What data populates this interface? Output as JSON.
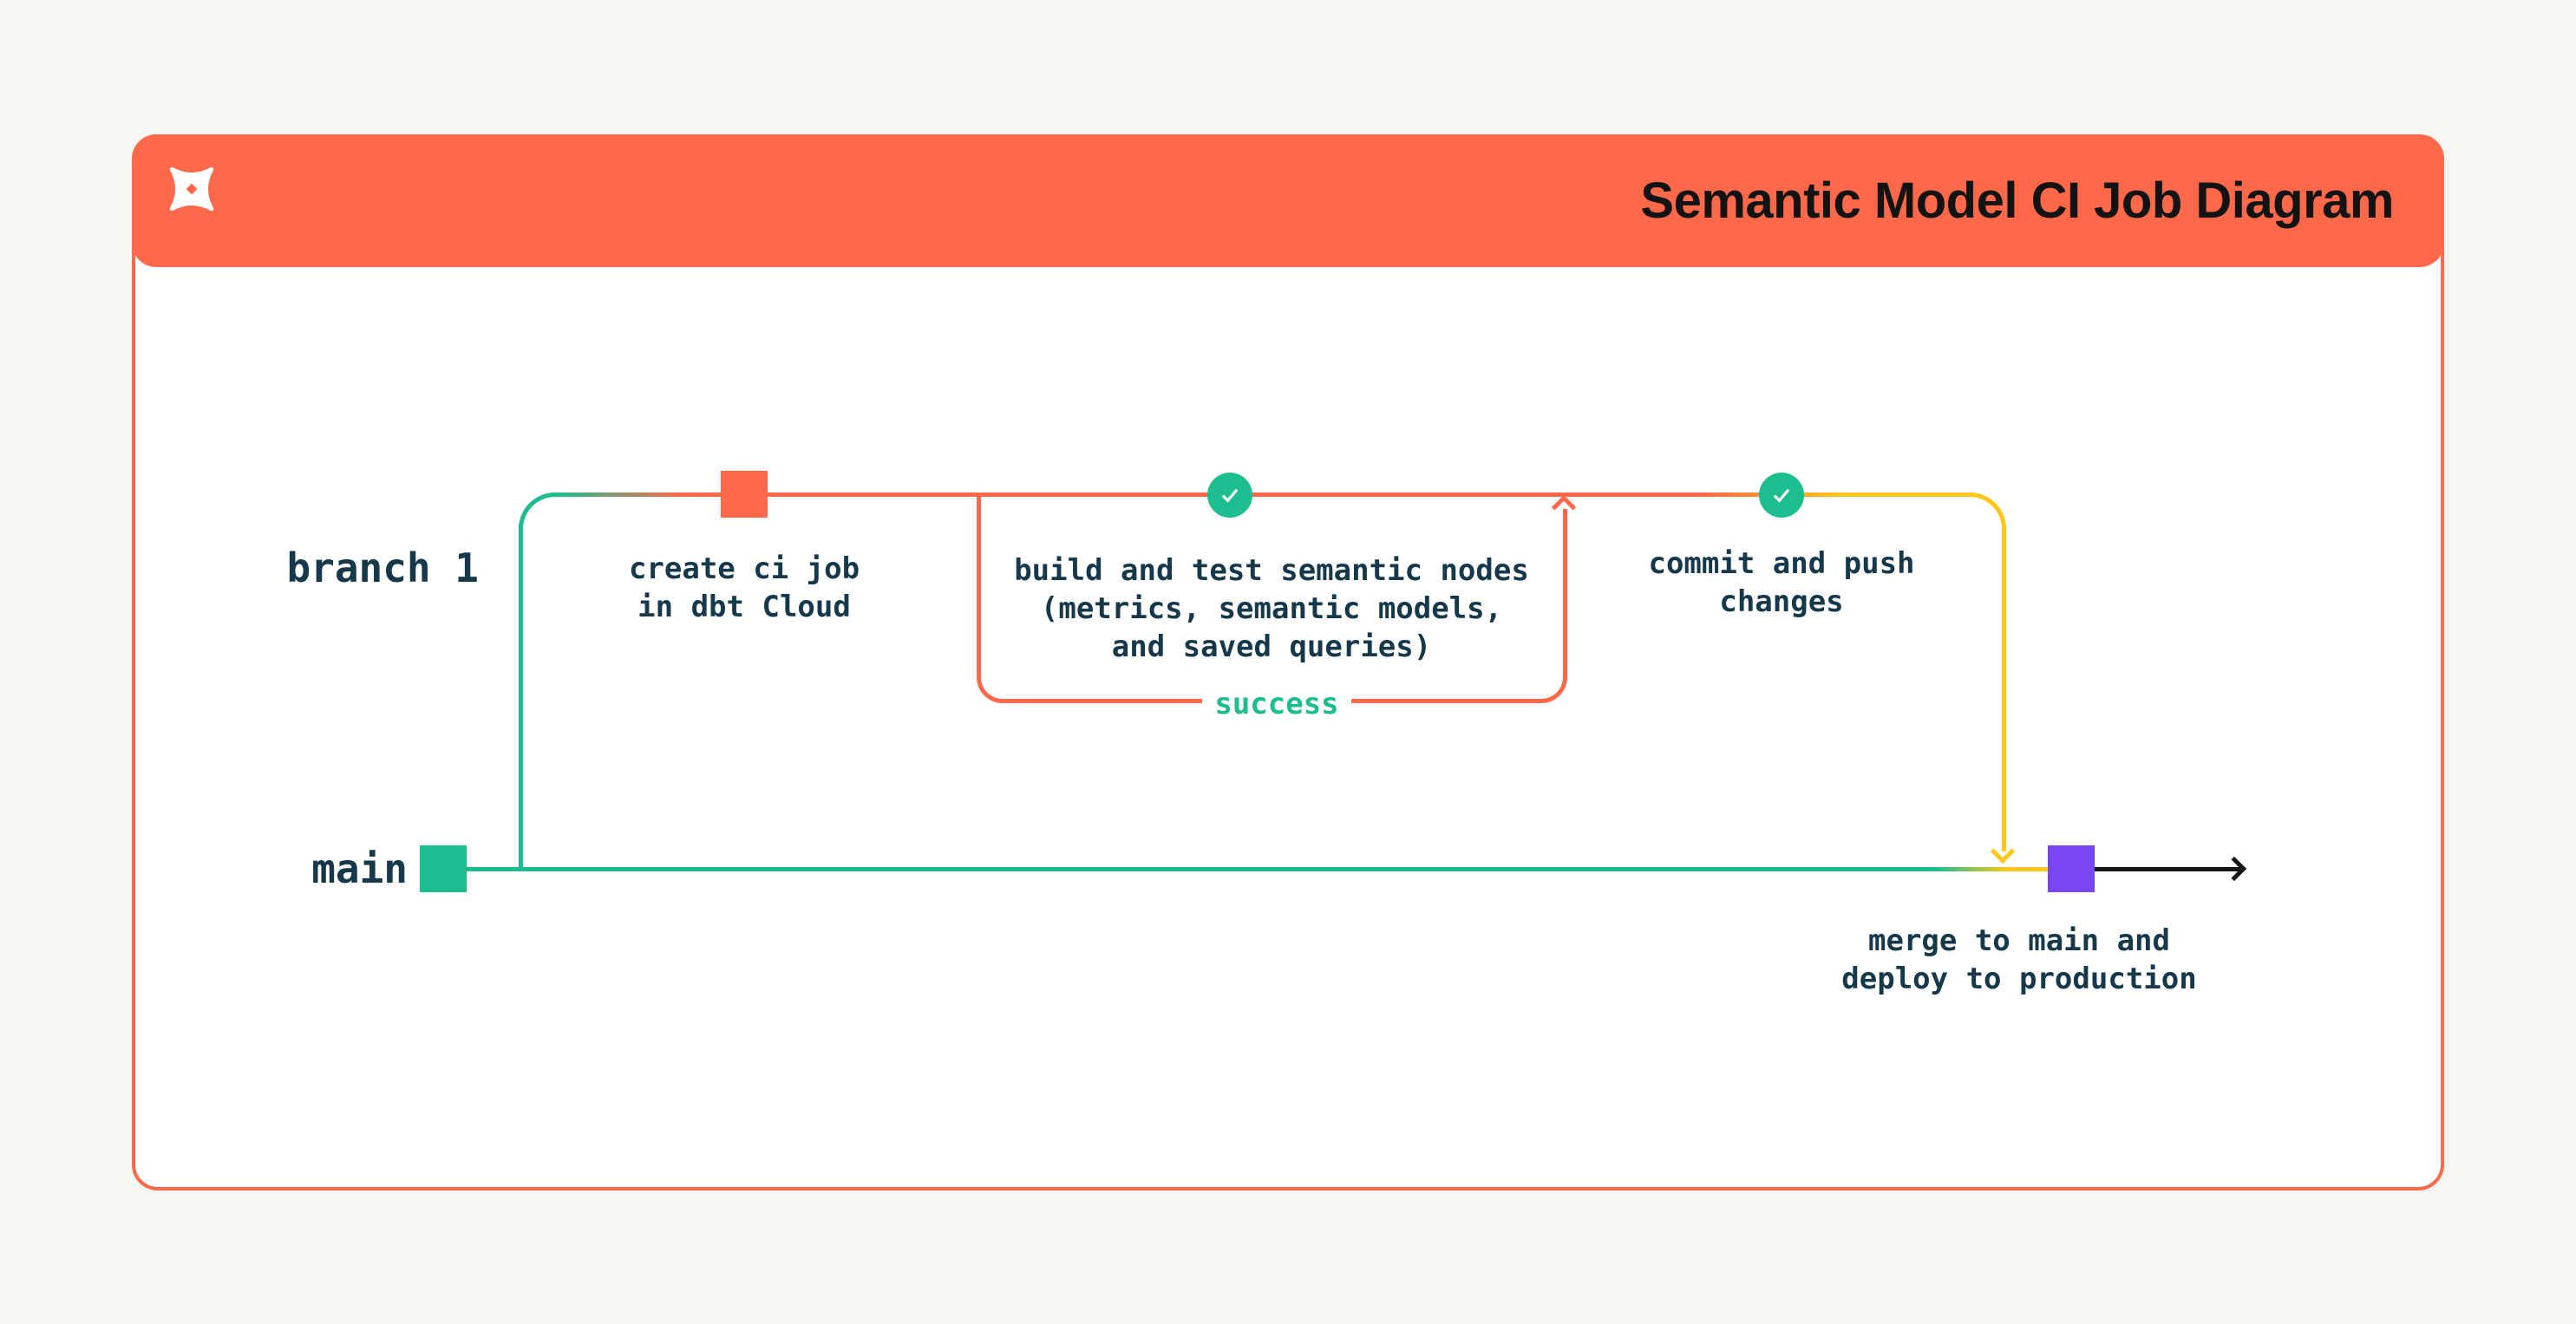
{
  "header": {
    "title": "Semantic Model CI Job Diagram",
    "logo": "dbt-logo",
    "background": "#FF694A",
    "title_color": "#131313"
  },
  "colors": {
    "page_background": "#F7F6F2",
    "card_background": "#FFFFFF",
    "card_border": "#FF694A",
    "orange": "#FF694A",
    "teal_green": "#1CBE8F",
    "yellow": "#FFC61A",
    "purple": "#7A45F5",
    "text_dark": "#15384A",
    "arrow_black": "#151515"
  },
  "labels": {
    "branch1": "branch 1",
    "main": "main",
    "success": "success"
  },
  "nodes": {
    "create": {
      "line1": "create ci job",
      "line2": "in dbt Cloud",
      "marker": "orange-square"
    },
    "build": {
      "line1": "build and test semantic nodes",
      "line2": "(metrics, semantic models,",
      "line3": "and saved queries)",
      "marker": "check-circle"
    },
    "commit": {
      "line1": "commit and push",
      "line2": "changes",
      "marker": "check-circle"
    },
    "merge": {
      "line1": "merge to main and",
      "line2": "deploy to production",
      "marker": "purple-square"
    }
  }
}
